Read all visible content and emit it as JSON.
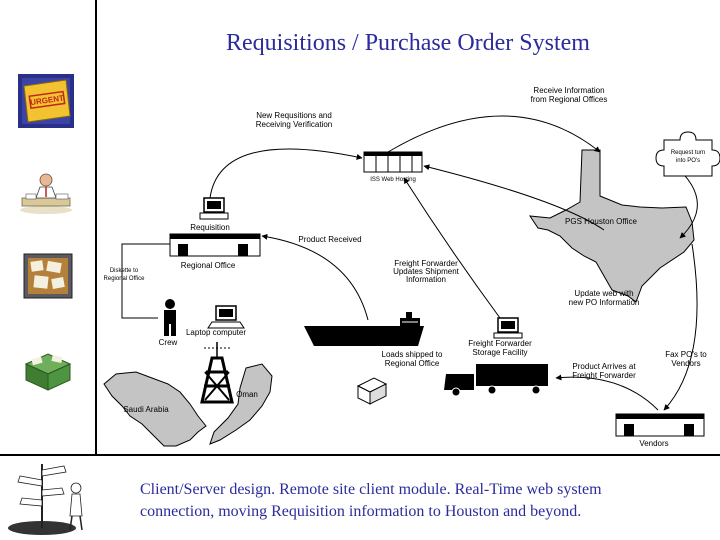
{
  "title": "Requisitions / Purchase Order System",
  "caption": {
    "line1": "Client/Server design.  Remote site client module.  Real-Time web system",
    "line2": "connection, moving Requisition information to Houston and beyond."
  },
  "side_icons": {
    "urgent_label": "URGENT"
  },
  "labels": {
    "receive_info_1": "Receive Information",
    "receive_info_2": "from Regional Offices",
    "new_req_1": "New Requsitions and",
    "new_req_2": "Receiving Verification",
    "request_turn_1": "Request turn",
    "request_turn_2": "into PO's",
    "web_hosting": "ISS Web Hosting",
    "pgs_houston": "PGS Houston Office",
    "requisition": "Requisition",
    "product_received": "Product Received",
    "regional_office": "Regional Office",
    "diskette_1": "Diskette to",
    "diskette_2": "Regional Office",
    "freight_updates_1": "Freight Forwarder",
    "freight_updates_2": "Updates Shipment",
    "freight_updates_3": "Information",
    "update_web_1": "Update web with",
    "update_web_2": "new PO Information",
    "laptop": "Laptop computer",
    "crew": "Crew",
    "ff_storage_1": "Freight Forwarder",
    "ff_storage_2": "Storage Facility",
    "fax_po_1": "Fax PO's to",
    "fax_po_2": "Vendors",
    "loads_shipped_1": "Loads shipped to",
    "loads_shipped_2": "Regional Office",
    "product_arrives_1": "Product Arrives at",
    "product_arrives_2": "Freight Forwarder",
    "saudi_arabia": "Saudi Arabia",
    "oman": "Oman",
    "vendors": "Vendors"
  }
}
